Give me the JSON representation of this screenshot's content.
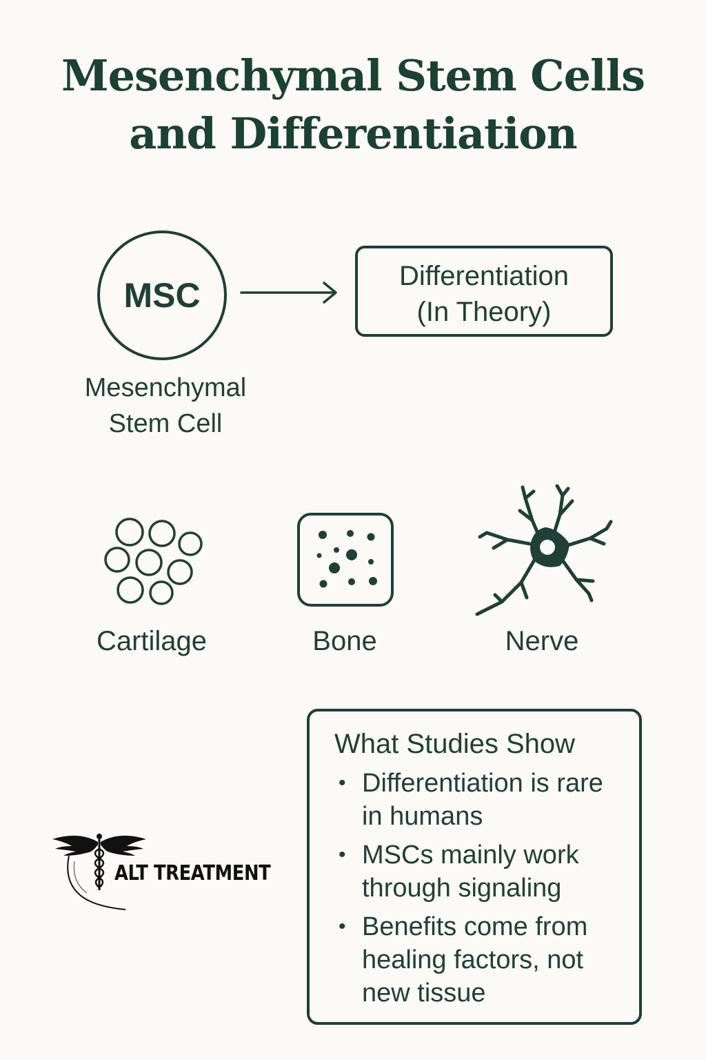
{
  "title": {
    "line1": "Mesenchymal Stem Cells",
    "line2": "and Differentiation"
  },
  "msc": {
    "abbr": "MSC",
    "caption_line1": "Mesenchymal",
    "caption_line2": "Stem Cell"
  },
  "differentiation_box": {
    "line1": "Differentiation",
    "line2": "(In Theory)"
  },
  "cell_types": {
    "cartilage": "Cartilage",
    "bone": "Bone",
    "nerve": "Nerve"
  },
  "logo": {
    "text": "ALT TREATMENT",
    "icon": "caduceus-icon"
  },
  "studies": {
    "heading": "What Studies Show",
    "items": [
      "Differentiation is rare in humans",
      "MSCs mainly work through signaling",
      "Benefits come from healing factors, not new tissue"
    ]
  },
  "colors": {
    "background": "#fbfaf6",
    "ink": "#1f3f37",
    "title": "#1b4036"
  }
}
